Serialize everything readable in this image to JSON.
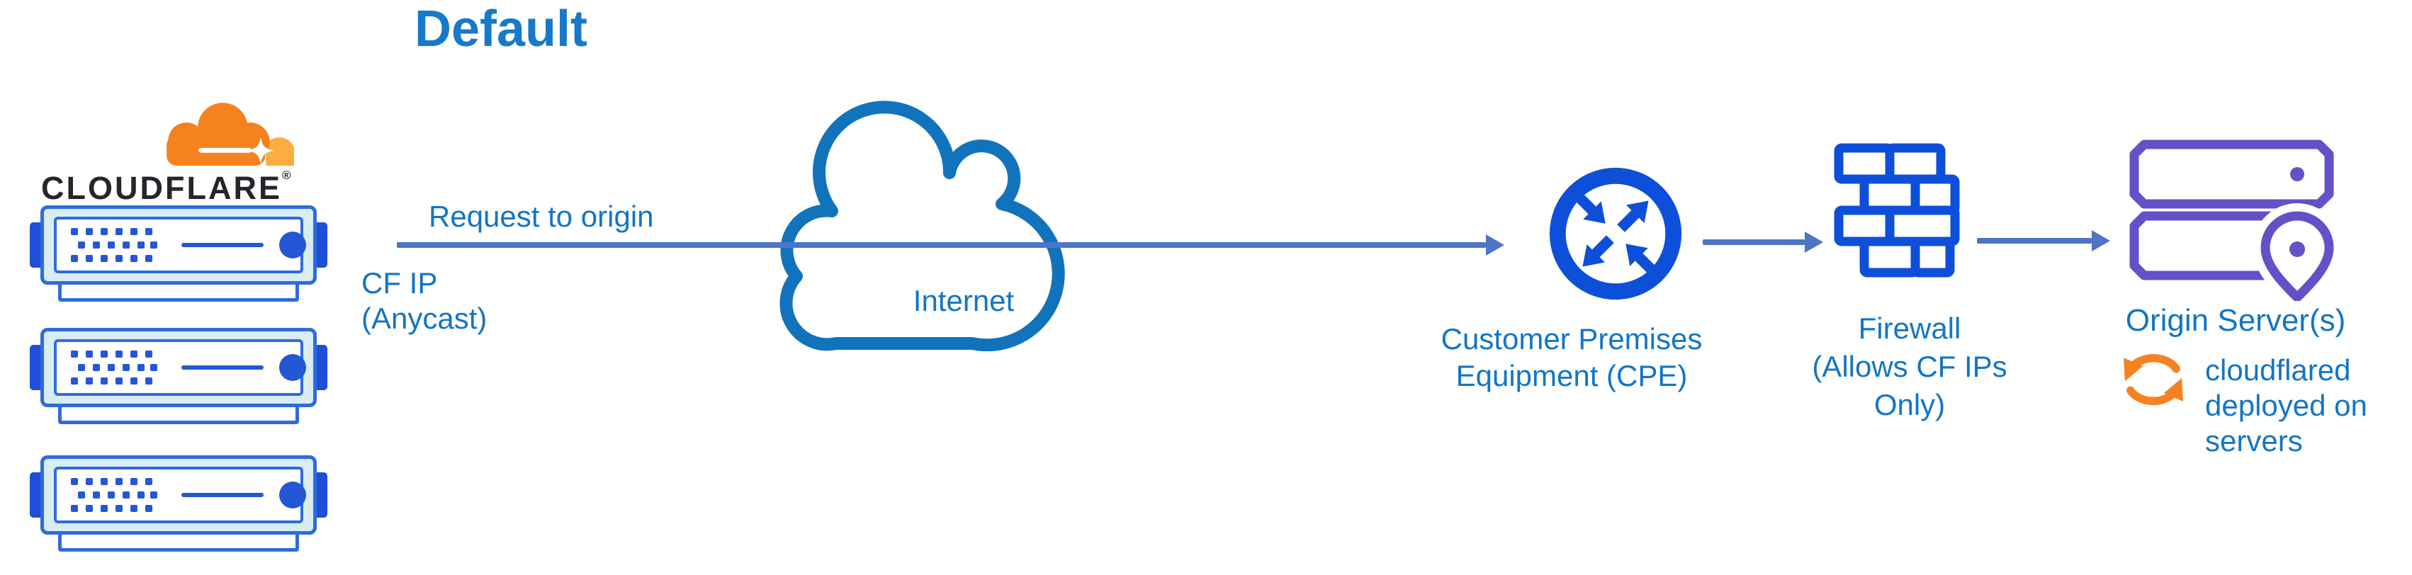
{
  "diagram": {
    "title": "Default",
    "brand": {
      "wordmark": "CLOUDFLARE",
      "registered_mark": "®"
    },
    "request_label": "Request to origin",
    "edge_label": {
      "line1": "CF IP",
      "line2": "(Anycast)"
    },
    "internet_label": "Internet",
    "cpe_label": {
      "line1": "Customer Premises",
      "line2": "Equipment (CPE)"
    },
    "firewall_label": {
      "line1": "Firewall",
      "line2": "(Allows CF IPs Only)"
    },
    "origin_label": "Origin Server(s)",
    "cloudflared_note": {
      "line1": "cloudflared",
      "line2": "deployed on",
      "line3": "servers"
    },
    "icons": {
      "logo": "cloudflare-logo",
      "edge": "edge-server-rack",
      "internet": "internet-cloud",
      "cpe": "router-crossed-arrows",
      "firewall": "brick-wall",
      "origin": "server-stack-with-location-pin",
      "cloudflared": "sync-arrows",
      "flow": "arrow-right"
    },
    "colors": {
      "label_blue": "#1375c5",
      "title_blue": "#1779ca",
      "arrow_blue": "#4d74c7",
      "icon_blue": "#0e4fd9",
      "cloud_outline_blue": "#1273bd",
      "server_border_blue": "#2f6cda",
      "server_tab_blue": "#1d4fd8",
      "server_detail_blue": "#2456d6",
      "server_fill": "#d8ecf4",
      "origin_purple": "#6550c8",
      "brand_orange": "#f6821f",
      "brand_orange_light": "#fbad41",
      "wordmark_dark": "#23272b"
    }
  }
}
